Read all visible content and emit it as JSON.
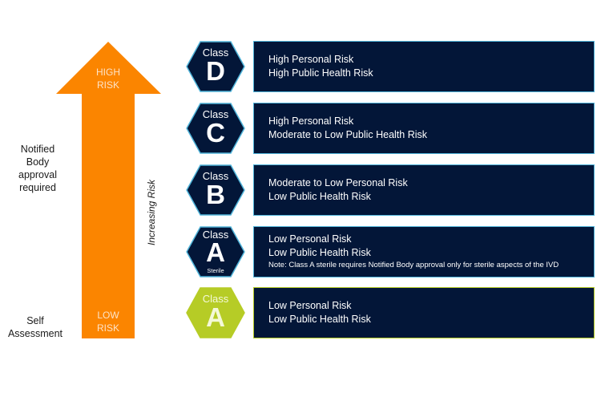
{
  "diagram": {
    "arrow": {
      "top_label": "HIGH RISK",
      "top_label_lines": [
        "HIGH",
        "RISK"
      ],
      "bottom_label_lines": [
        "LOW",
        "RISK"
      ],
      "color": "#fb8500"
    },
    "axis_label": "Increasing Risk",
    "left_labels": {
      "upper_lines": [
        "Notified",
        "Body",
        "approval",
        "required"
      ],
      "lower_lines": [
        "Self",
        "Assessment"
      ]
    },
    "classes": [
      {
        "class_word": "Class",
        "letter": "D",
        "sublabel": "",
        "hex_color": "#031638",
        "hex_border": "#4fb3d9",
        "lines": [
          "High Personal Risk",
          "High Public Health Risk"
        ],
        "note": ""
      },
      {
        "class_word": "Class",
        "letter": "C",
        "sublabel": "",
        "hex_color": "#031638",
        "hex_border": "#4fb3d9",
        "lines": [
          "High Personal Risk",
          "Moderate to Low Public Health Risk"
        ],
        "note": ""
      },
      {
        "class_word": "Class",
        "letter": "B",
        "sublabel": "",
        "hex_color": "#031638",
        "hex_border": "#4fb3d9",
        "lines": [
          "Moderate to Low Personal Risk",
          "Low Public Health Risk"
        ],
        "note": ""
      },
      {
        "class_word": "Class",
        "letter": "A",
        "sublabel": "Sterile",
        "hex_color": "#031638",
        "hex_border": "#4fb3d9",
        "lines": [
          "Low Personal Risk",
          "Low Public Health Risk"
        ],
        "note": "Note: Class A sterile requires Notified Body approval only for sterile aspects of the IVD"
      },
      {
        "class_word": "Class",
        "letter": "A",
        "sublabel": "",
        "hex_color": "#b6cc26",
        "hex_border": "#b6cc26",
        "lines": [
          "Low Personal Risk",
          "Low Public Health Risk"
        ],
        "note": ""
      }
    ],
    "colors": {
      "box_fill": "#031638",
      "box_border": "#4fb3d9",
      "green_accent": "#b6cc26",
      "orange": "#fb8500"
    }
  }
}
